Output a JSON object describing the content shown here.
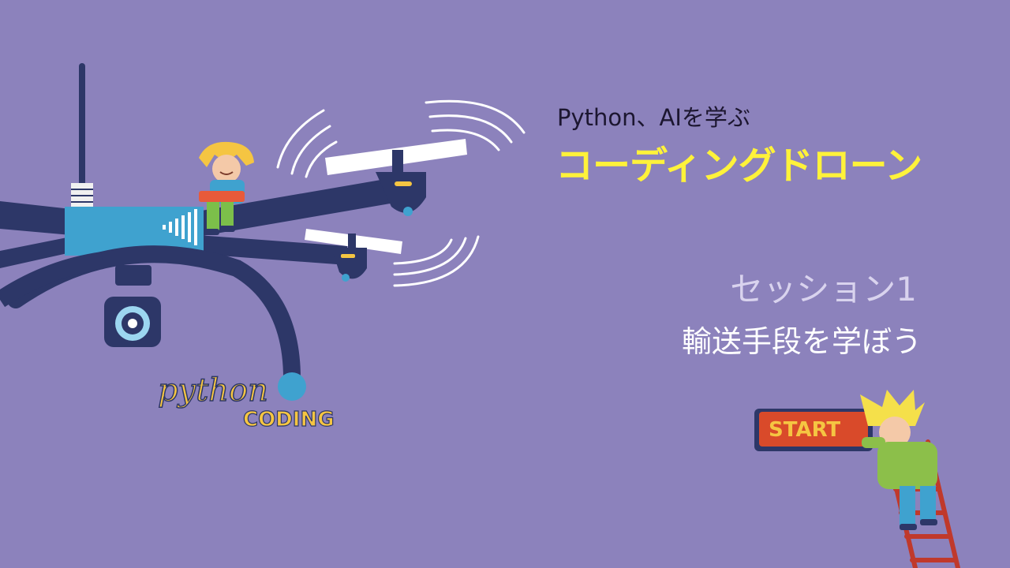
{
  "slide": {
    "subtitle": "Python、AIを学ぶ",
    "title": "コーディングドローン",
    "session": "セッション1",
    "lesson": "輸送手段を学ぼう"
  },
  "logo": {
    "line1": "python",
    "line2": "CODING"
  },
  "sign": {
    "label": "START"
  },
  "colors": {
    "background": "#8c82bc",
    "title": "#fff23a",
    "session": "#d9d3ee",
    "drone_arm": "#2d3768",
    "drone_body": "#3fa2cf",
    "sign": "#d94a2a",
    "sign_text": "#f5c542"
  },
  "icons": [
    "drone-illustration",
    "propeller-icon",
    "camera-icon",
    "coder-kid-illustration",
    "ladder-kid-illustration"
  ]
}
